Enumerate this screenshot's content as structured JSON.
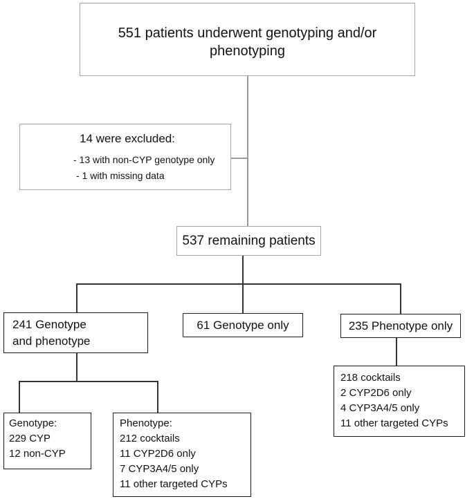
{
  "top": {
    "line1": "551 patients underwent  genotyping and/or",
    "line2": "phenotyping"
  },
  "excluded": {
    "title": "14 were excluded:",
    "items": [
      "- 13 with non-CYP genotype only",
      "- 1 with missing data"
    ]
  },
  "remaining": {
    "label": "537 remaining patients"
  },
  "both": {
    "line1": "241 Genotype",
    "line2": "and phenotype"
  },
  "geno_only": {
    "label": "61 Genotype only"
  },
  "pheno_only": {
    "label": "235 Phenotype only"
  },
  "pheno_only_detail": {
    "lines": [
      "218 cocktails",
      "2 CYP2D6 only",
      "4 CYP3A4/5 only",
      "11 other targeted CYPs"
    ]
  },
  "genotype_detail": {
    "title": "Genotype:",
    "lines": [
      "229 CYP",
      "12 non-CYP"
    ]
  },
  "phenotype_detail": {
    "title": "Phenotype:",
    "lines": [
      "212 cocktails",
      "11 CYP2D6 only",
      "7 CYP3A4/5 only",
      "11 other targeted CYPs"
    ]
  }
}
